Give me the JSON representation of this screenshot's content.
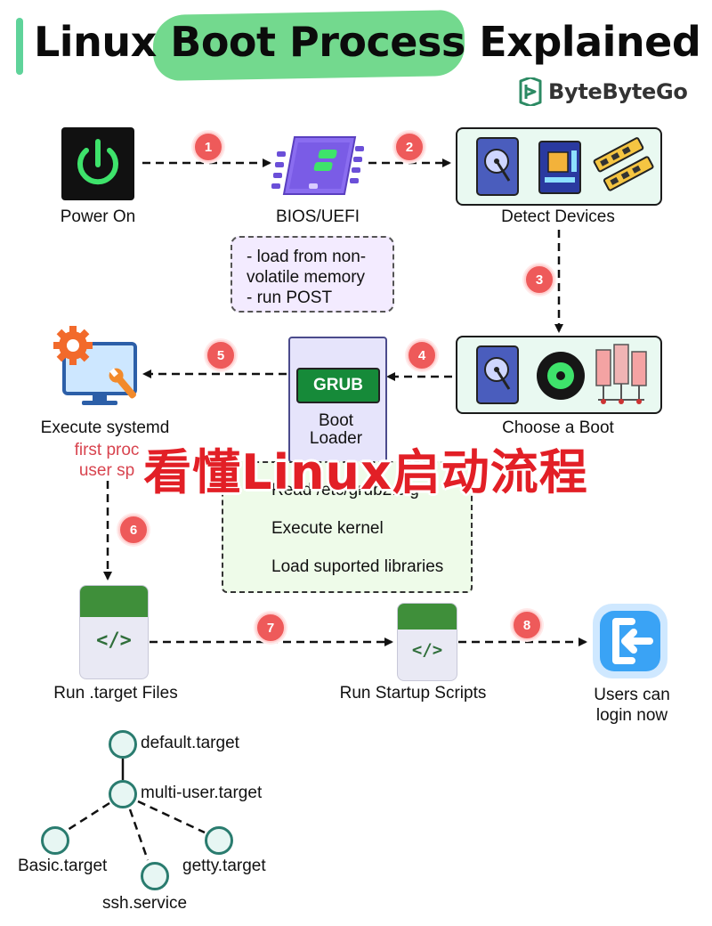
{
  "title": "Linux Boot Process Explained",
  "brand": "ByteByteGo",
  "steps": {
    "power_on": "Power On",
    "bios": "BIOS/UEFI",
    "detect": "Detect Devices",
    "choose_boot": "Choose a Boot",
    "execute_systemd": "Execute systemd",
    "systemd_sub1": "first proc",
    "systemd_sub2": "user sp",
    "run_target": "Run .target Files",
    "run_startup": "Run Startup Scripts",
    "users_login_1": "Users can",
    "users_login_2": "login now"
  },
  "badges": [
    "1",
    "2",
    "3",
    "4",
    "5",
    "6",
    "7",
    "8"
  ],
  "bios_note": [
    "- load from non-",
    "volatile memory",
    "- run POST"
  ],
  "grub": {
    "label": "GRUB",
    "text_1": "Boot",
    "text_2": "Loader"
  },
  "grub_notes": [
    "Read /etc/grub2.cfg",
    "Execute kernel",
    "Load suported libraries"
  ],
  "overlay_caption": "看懂Linux启动流程",
  "file_code": "</>",
  "tree": {
    "root": "default.target",
    "mid": "multi-user.target",
    "leaf_basic": "Basic.target",
    "leaf_ssh": "ssh.service",
    "leaf_getty": "getty.target"
  },
  "colors": {
    "badge": "#ee5a5a",
    "title_highlight": "#5ad27a",
    "grub_green": "#168a39",
    "overlay_red": "#e21f26",
    "tree_node": "#2a7c6f"
  }
}
